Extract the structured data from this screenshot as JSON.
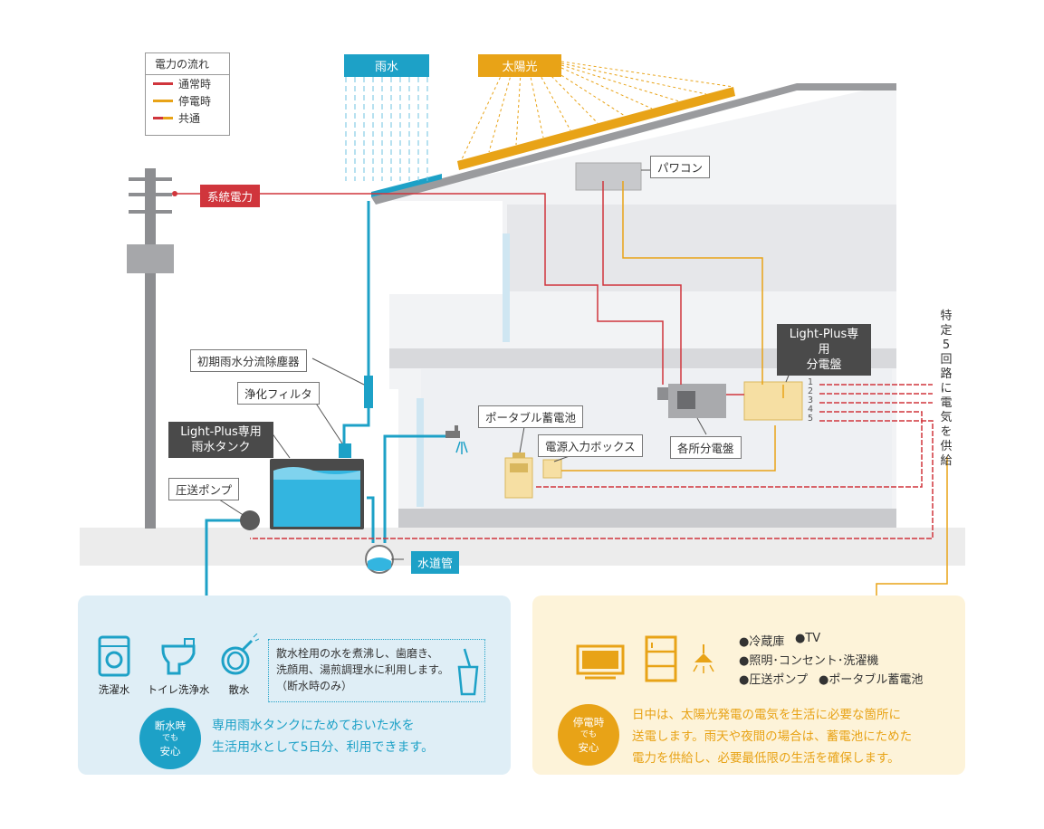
{
  "legend": {
    "title": "電力の流れ",
    "items": [
      {
        "label": "通常時",
        "color": "#d0353c"
      },
      {
        "label": "停電時",
        "color": "#e8a317"
      },
      {
        "label": "共通",
        "color": "#d0353c"
      }
    ]
  },
  "labels": {
    "rain": "雨水",
    "solar": "太陽光",
    "grid": "系統電力",
    "pcs": "パワコン",
    "first_flush": "初期雨水分流除塵器",
    "filter": "浄化フィルタ",
    "tank_line1": "Light-Plus専用",
    "tank_line2": "雨水タンク",
    "pump": "圧送ポンプ",
    "water_main": "水道管",
    "portable_battery": "ポータブル蓄電池",
    "power_input_box": "電源入力ボックス",
    "breaker_panel": "各所分電盤",
    "lp_panel_line1": "Light-Plus専用",
    "lp_panel_line2": "分電盤",
    "circuit_numbers": [
      "1",
      "2",
      "3",
      "4",
      "5"
    ],
    "specific_circuits": "特定5回路に電気を供給"
  },
  "water_panel": {
    "icons": [
      {
        "icon": "washing-machine-icon",
        "label": "洗濯水"
      },
      {
        "icon": "toilet-icon",
        "label": "トイレ洗浄水"
      },
      {
        "icon": "hose-icon",
        "label": "散水"
      }
    ],
    "note_line1": "散水栓用の水を煮沸し、歯磨き、",
    "note_line2": "洗顔用、湯煎調理水に利用します。",
    "note_line3": "（断水時のみ）",
    "badge_line1": "断水時",
    "badge_line2": "でも",
    "badge_line3": "安心",
    "text_line1": "専用雨水タンクにためておいた水を",
    "text_line2": "生活用水として5日分、利用できます。"
  },
  "power_panel": {
    "items": [
      "●冷蔵庫",
      "●TV",
      "●照明･コンセント･洗濯機",
      "●圧送ポンプ",
      "●ポータブル蓄電池"
    ],
    "badge_line1": "停電時",
    "badge_line2": "でも",
    "badge_line3": "安心",
    "text_line1": "日中は、太陽光発電の電気を生活に必要な箇所に",
    "text_line2": "送電します。雨天や夜間の場合は、蓄電池にためた",
    "text_line3": "電力を供給し、必要最低限の生活を確保します。"
  },
  "colors": {
    "red": "#d0353c",
    "orange": "#e8a317",
    "cyan": "#1da1c7",
    "water_panel_bg": "#dfeef6",
    "power_panel_bg": "#fdf3d9"
  }
}
